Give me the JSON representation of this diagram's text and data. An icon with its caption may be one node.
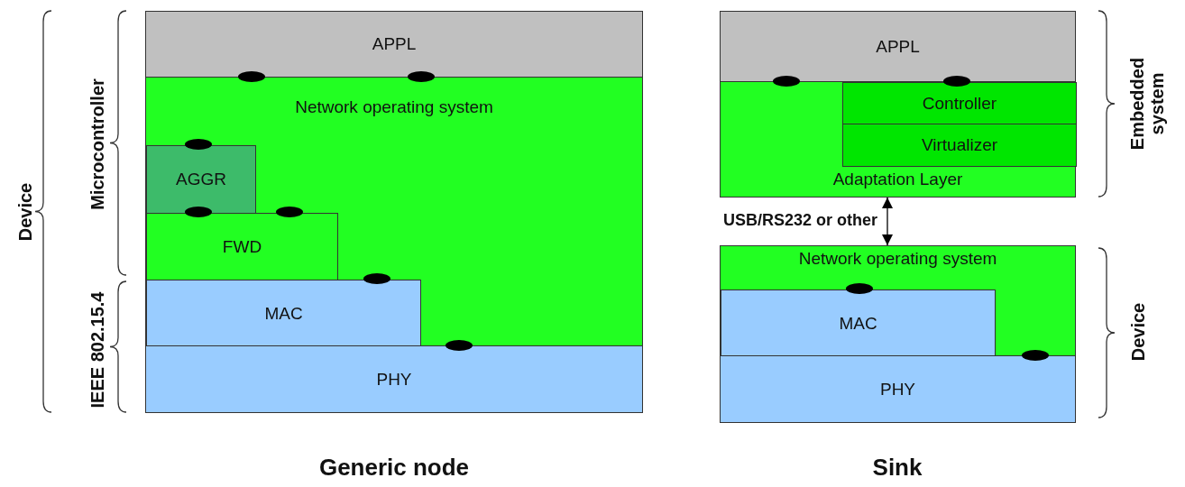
{
  "diagram": {
    "nodes": [
      {
        "text": [
          "APPL"
        ]
      },
      {
        "text": [
          "Network operating system"
        ]
      },
      {
        "text": [
          "AGGR"
        ],
        "in": 1
      },
      {
        "text": [
          "FWD"
        ],
        "in": 1
      },
      {
        "text": [
          "MAC"
        ],
        "in": 1
      },
      {
        "text": [
          "PHY"
        ]
      },
      {
        "text": [
          "APPL"
        ]
      },
      {
        "text": [
          "Adaptation Layer"
        ]
      },
      {
        "text": [
          "Controller"
        ],
        "in": 7
      },
      {
        "text": [
          "Virtualizer"
        ],
        "in": 7
      },
      {
        "text": [
          "Network operating system"
        ]
      },
      {
        "text": [
          "MAC"
        ],
        "in": 10
      },
      {
        "text": [
          "PHY"
        ]
      }
    ],
    "edges": [
      {
        "from": 7,
        "to": 10,
        "arrow": "both",
        "label": "USB/RS232 or other"
      }
    ],
    "labels": [
      "Device",
      "Microcontroller",
      "IEEE 802.15.4",
      "Embedded system",
      "Device",
      "Generic node",
      "Sink"
    ]
  }
}
